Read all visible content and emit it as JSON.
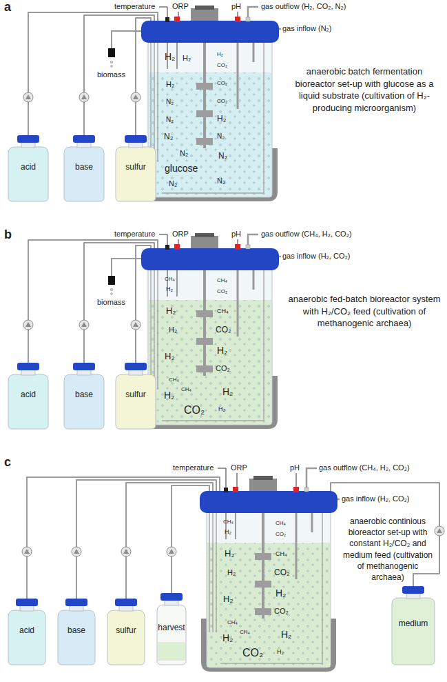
{
  "diagram": {
    "nodes": [
      {
        "text": [
          "H₂",
          "H₂",
          "H₂",
          "CO₂",
          "H₂",
          "CO₂",
          "N₂",
          "CO₂",
          "N₂",
          "H₂",
          "N₂",
          "N₂",
          "N₂",
          "glucose",
          "N₂",
          "N₂",
          "N₂"
        ]
      },
      {
        "text": [
          "acid"
        ]
      },
      {
        "text": [
          "base"
        ]
      },
      {
        "text": [
          "sulfur"
        ]
      },
      {
        "text": [
          "CH₄",
          "H₂",
          "CH₄",
          "CO₂",
          "H₂",
          "CH₄",
          "H₂",
          "CO₂",
          "H₂",
          "H₂",
          "CO₂",
          "CH₄",
          "H₂",
          "CH₄",
          "H₂",
          "CO₂",
          "H₂"
        ]
      },
      {
        "text": [
          "acid"
        ]
      },
      {
        "text": [
          "base"
        ]
      },
      {
        "text": [
          "sulfur"
        ]
      },
      {
        "text": [
          "CH₄",
          "H₂",
          "CH₄",
          "CO₂",
          "H₂",
          "CH₄",
          "H₂",
          "CO₂",
          "H₂",
          "H₂",
          "CO₂",
          "CH₄",
          "H₂",
          "CH₄",
          "H₂",
          "CO₂",
          "H₂"
        ]
      },
      {
        "text": [
          "acid"
        ]
      },
      {
        "text": [
          "base"
        ]
      },
      {
        "text": [
          "sulfur"
        ]
      },
      {
        "text": [
          "harvest"
        ]
      },
      {
        "text": [
          "medium"
        ]
      }
    ],
    "edges": [
      {
        "from": 1,
        "to": 0,
        "arrow": "none"
      },
      {
        "from": 2,
        "to": 0,
        "arrow": "none"
      },
      {
        "from": 3,
        "to": 0,
        "arrow": "none"
      },
      {
        "from": 5,
        "to": 4,
        "arrow": "none"
      },
      {
        "from": 6,
        "to": 4,
        "arrow": "none"
      },
      {
        "from": 7,
        "to": 4,
        "arrow": "none"
      },
      {
        "from": 9,
        "to": 8,
        "arrow": "none"
      },
      {
        "from": 10,
        "to": 8,
        "arrow": "none"
      },
      {
        "from": 11,
        "to": 8,
        "arrow": "none"
      },
      {
        "from": 8,
        "to": 12,
        "arrow": "none"
      },
      {
        "from": 13,
        "to": 8,
        "arrow": "none"
      }
    ],
    "labels": [
      "a",
      "temperature",
      "ORP",
      "pH",
      "gas outflow (H₂, CO₂, N₂)",
      "gas inflow (N₂)",
      "biomass",
      "anaerobic batch fermentation bioreactor set-up with glucose as a liquid substrate (cultivation of H₂-producing microorganism)",
      "b",
      "temperature",
      "ORP",
      "pH",
      "gas outflow (CH₄, H₂, CO₂)",
      "gas inflow (H₂, CO₂)",
      "biomass",
      "anaerobic fed-batch bioreactor system with H₂/CO₂ feed (cultivation of methanogenic archaea)",
      "c",
      "temperature",
      "ORP",
      "pH",
      "gas outflow (CH₄, H₂, CO₂)",
      "gas inflow (H₂, CO₂)",
      "anaerobic continious bioreactor set-up with constant H₂/CO₂ and medium feed (cultivation of methanogenic archaea)"
    ]
  }
}
